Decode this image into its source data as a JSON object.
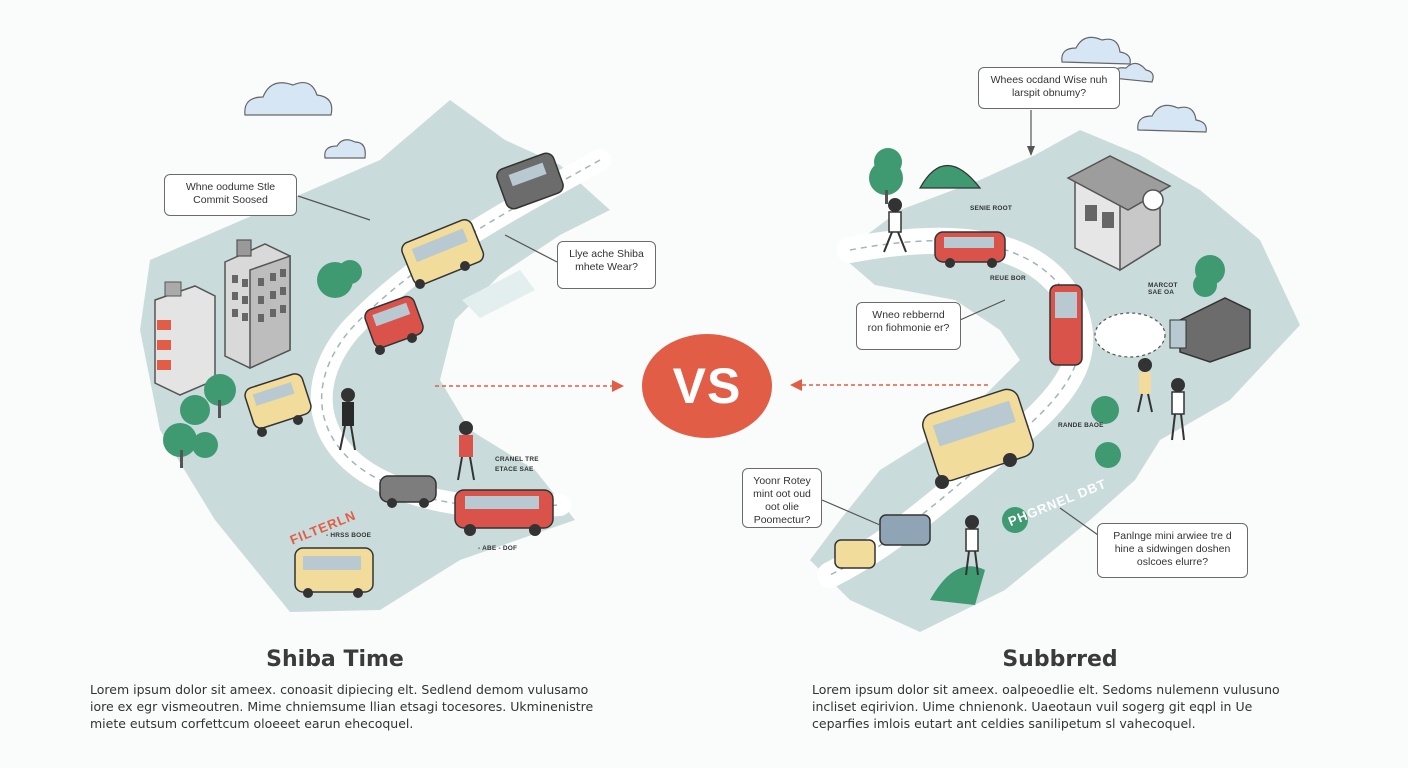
{
  "vs_label": "VS",
  "left": {
    "title": "Shiba Time",
    "description": "Lorem ipsum dolor sit ameex. conoasit dipiecing elt. Sedlend demom vulusamo iore ex egr vismeoutren. Mime chniemsume llian etsagi tocesores. Ukminenistre miete eutsum corfettcum oloeeet earun ehecoquel.",
    "callouts": [
      "Whne oodume Stle Commit Soosed",
      "Llye ache Shiba mhete Wear?"
    ],
    "road_label": "FILTERLN",
    "small_labels": [
      "CRANEL TRE",
      "ETACE SAE",
      "- HRSS BOOE",
      "- ABE - DOF"
    ]
  },
  "right": {
    "title": "Subbrred",
    "description": "Lorem ipsum dolor sit ameex. oalpeoedlie elt. Sedoms nulemenn vulusuno incliset eqirivion. Uime chnienonk. Uaeotaun vuil sogerg git eqpl in Ue ceparfies imlois eutart ant celdies sanilipetum sl vahecoquel.",
    "callouts": [
      "Whees ocdand Wise nuh larspit obnumy?",
      "Wneo rebbernd ron fiohmonie er?",
      "Yoonr Rotey mint oot oud oot olie Poomectur?",
      "Panlnge mini arwiee tre d hine a sidwingen doshen oslcoes elurre?"
    ],
    "road_label": "PHGRNEL DBT",
    "small_labels": [
      "SENIE ROOT",
      "MARCOT SAE OA",
      "RANDE BAOE",
      "REUE BOR"
    ]
  },
  "colors": {
    "vs": "#e25d45",
    "ground": "#c9dcdb",
    "road": "#ffffff",
    "tree": "#3f9a72"
  }
}
